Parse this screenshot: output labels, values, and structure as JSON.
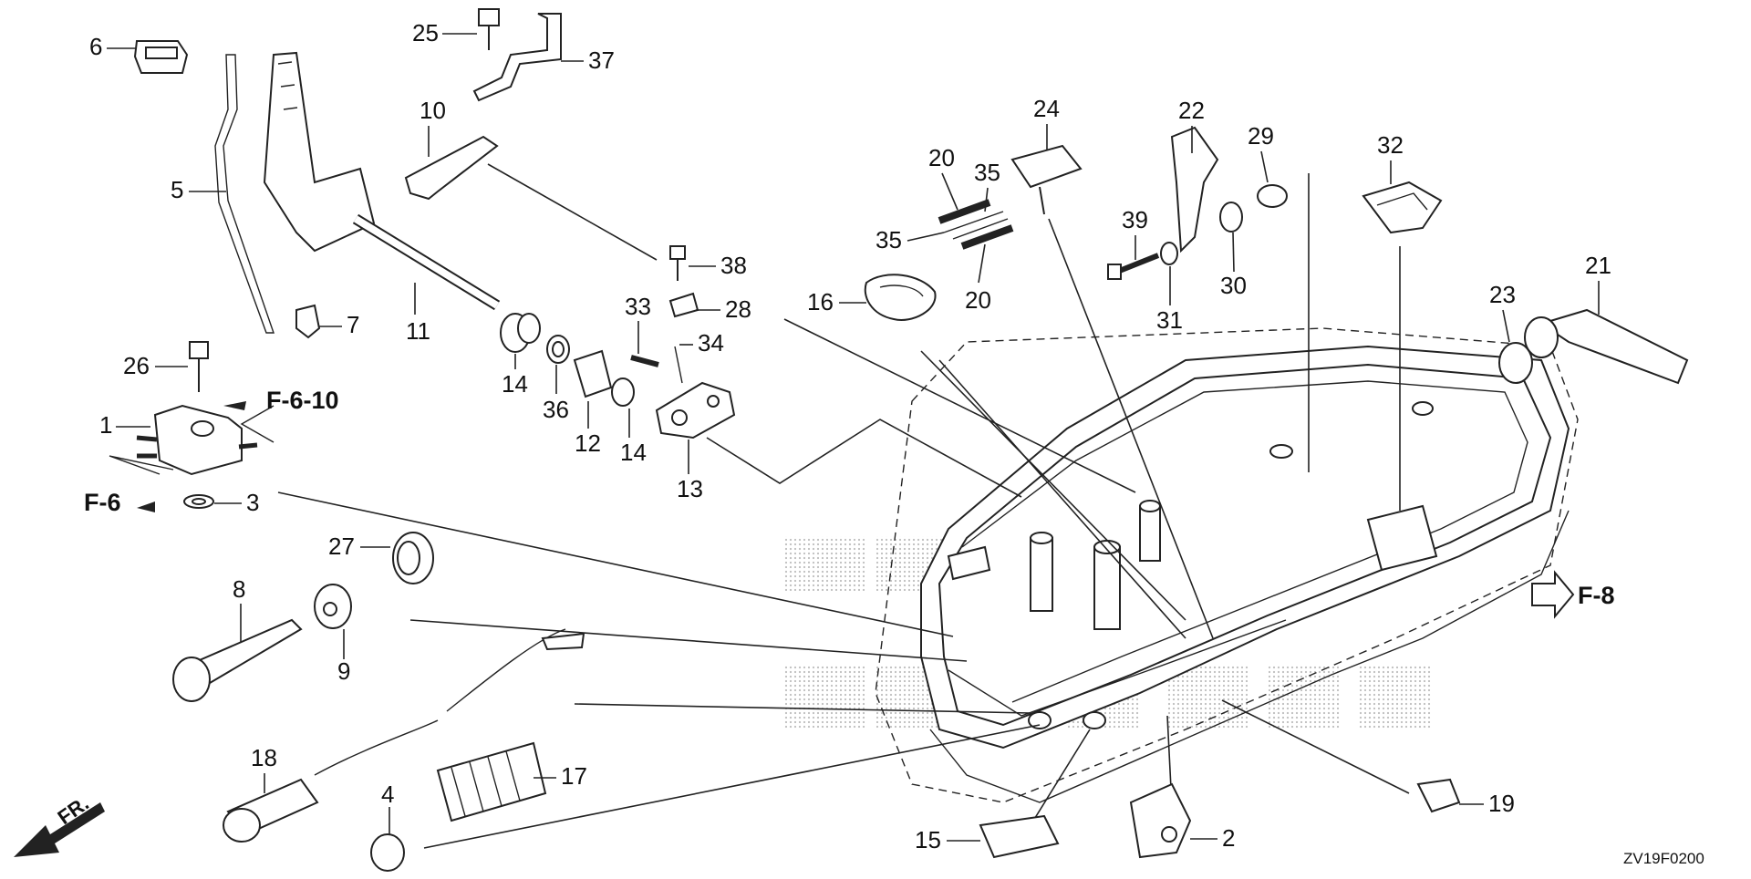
{
  "labels": [
    "1",
    "2",
    "3",
    "4",
    "5",
    "6",
    "7",
    "8",
    "9",
    "10",
    "11",
    "12",
    "13",
    "14",
    "14",
    "15",
    "16",
    "17",
    "18",
    "19",
    "20",
    "20",
    "21",
    "22",
    "23",
    "24",
    "25",
    "26",
    "27",
    "28",
    "29",
    "30",
    "31",
    "32",
    "33",
    "34",
    "35",
    "35",
    "36",
    "37",
    "38",
    "39"
  ],
  "refs": [
    "F-6-10",
    "F-6",
    "F-8"
  ],
  "direction": "FR.",
  "diagram_code": "ZV19F0200"
}
